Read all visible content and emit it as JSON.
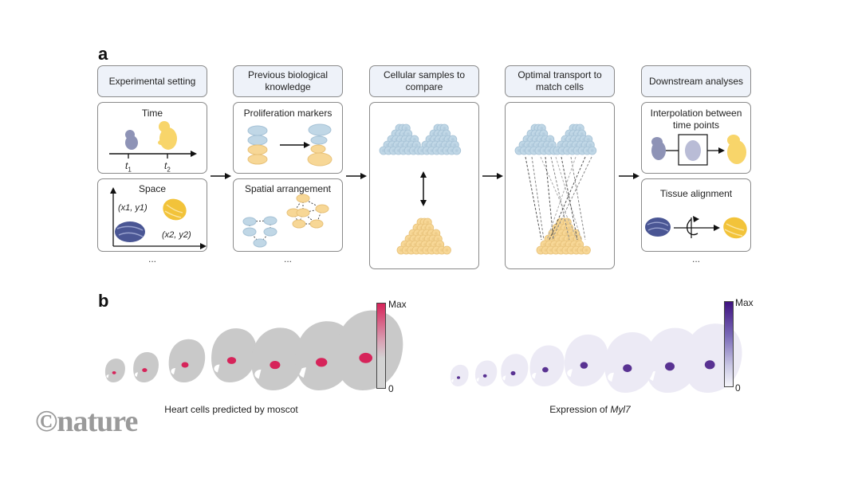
{
  "panel_a": {
    "letter": "a",
    "columns": [
      {
        "header": "Experimental setting",
        "boxes": [
          {
            "title": "Time",
            "labels": [
              "t1",
              "t2"
            ],
            "subscripts": [
              "1",
              "2"
            ]
          },
          {
            "title": "Space",
            "labels": [
              "(x1, y1)",
              "(x2, y2)"
            ]
          }
        ],
        "ellipsis": "..."
      },
      {
        "header": "Previous biological knowledge",
        "boxes": [
          {
            "title": "Proliferation markers"
          },
          {
            "title": "Spatial arrangement"
          }
        ],
        "ellipsis": "..."
      },
      {
        "header": "Cellular samples to compare"
      },
      {
        "header": "Optimal transport to match cells"
      },
      {
        "header": "Downstream analyses",
        "boxes": [
          {
            "title": "Interpolation between time points"
          },
          {
            "title": "Tissue alignment"
          }
        ],
        "ellipsis": "..."
      }
    ]
  },
  "panel_b": {
    "letter": "b",
    "left": {
      "caption": "Heart cells predicted by moscot",
      "colorbar": {
        "max_label": "Max",
        "min_label": "0",
        "color_max": "#d6245a",
        "color_min": "#d3d3d3"
      },
      "embryo_count": 7
    },
    "right": {
      "caption_prefix": "Expression of ",
      "caption_gene": "Myl7",
      "colorbar": {
        "max_label": "Max",
        "min_label": "0",
        "color_max": "#3f1280",
        "color_min": "#f5f5fa"
      },
      "embryo_count": 8
    }
  },
  "colors": {
    "header_fill": "#eef2f9",
    "box_border": "#8a8a8a",
    "blue_cell": "#c0d7e6",
    "yellow_cell": "#f7d796",
    "embryo_early": "#8e93b6",
    "embryo_late": "#f8d56a",
    "tissue_blue": "#4a5694",
    "tissue_yellow": "#f2c33a",
    "heart_red": "#d6245a",
    "myl7_purple": "#3f1280",
    "embryo_grey": "#c9c9c9"
  },
  "logo": "©nature"
}
